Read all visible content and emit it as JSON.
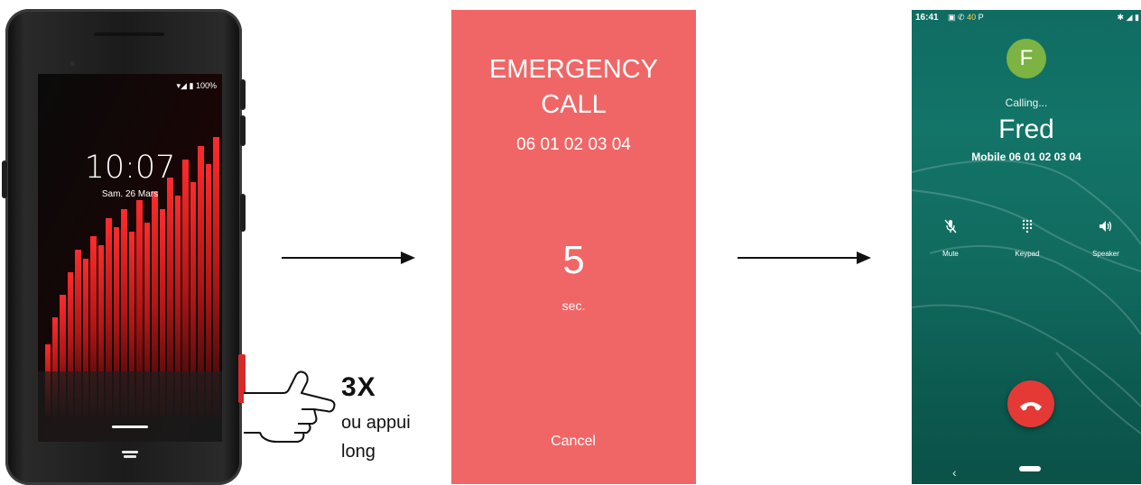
{
  "lock_screen": {
    "battery": "100%",
    "time": "10:07",
    "date": "Sam. 26 Mars"
  },
  "instruction": {
    "count": "3X",
    "alt_line1": "ou appui",
    "alt_line2": "long"
  },
  "emergency": {
    "title_line1": "EMERGENCY",
    "title_line2": "CALL",
    "number": "06 01 02 03 04",
    "countdown": "5",
    "unit": "sec.",
    "cancel_label": "Cancel",
    "background_color": "#f06666"
  },
  "call": {
    "status_time": "16:41",
    "status_battery": "40",
    "avatar_letter": "F",
    "state": "Calling...",
    "name": "Fred",
    "number": "Mobile 06 01 02 03 04",
    "controls": [
      {
        "label": "Mute",
        "icon": "mic-off-icon"
      },
      {
        "label": "Keypad",
        "icon": "dialpad-icon"
      },
      {
        "label": "Speaker",
        "icon": "speaker-icon"
      }
    ],
    "hangup_color": "#e53935"
  },
  "colors": {
    "emergency_red": "#f06666",
    "call_teal": "#137468",
    "sos_button": "#d42a2a"
  }
}
